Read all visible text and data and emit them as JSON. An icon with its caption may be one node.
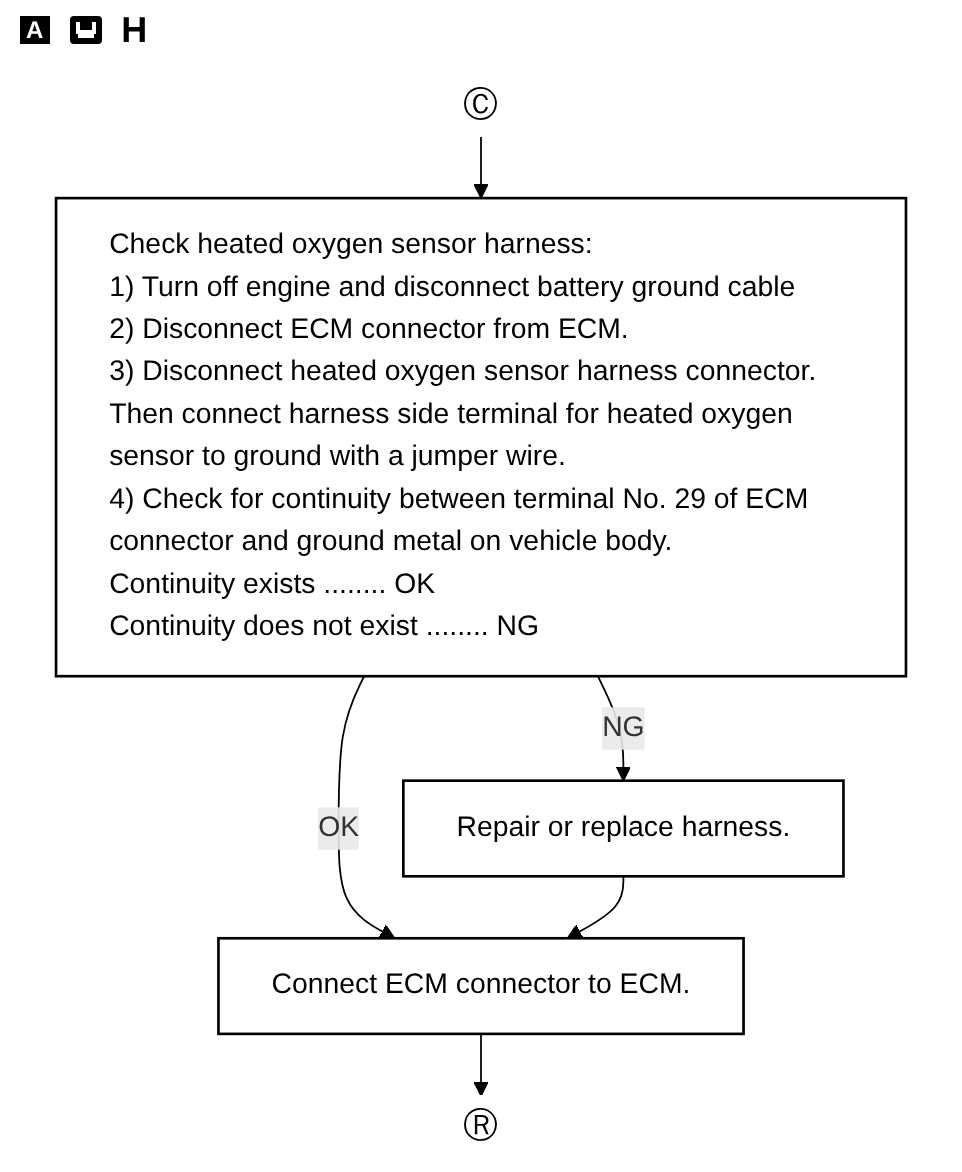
{
  "diagram": {
    "nodes": [
      {
        "text": [
          "Ⓒ"
        ]
      },
      {
        "text": [
          "Check heated oxygen sensor harness:",
          "1) Turn off engine and disconnect battery ground cable",
          "2) Disconnect ECM connector from ECM.",
          "3) Disconnect heated oxygen sensor harness connector. Then connect harness side terminal for heated oxygen sensor to ground with a jumper wire.",
          "4) Check for continuity between terminal No. 29 of ECM connector and ground metal on vehicle body.",
          "Continuity exists ........ OK",
          "Continuity does not exist ........ NG"
        ]
      },
      {
        "text": [
          "Repair or replace harness."
        ]
      },
      {
        "text": [
          "Connect ECM connector to ECM."
        ]
      },
      {
        "text": [
          "Ⓡ"
        ]
      }
    ],
    "edges": [
      {
        "from": 0,
        "to": 1,
        "arrow": "to"
      },
      {
        "from": 1,
        "to": 3,
        "label": "OK",
        "arrow": "to"
      },
      {
        "from": 1,
        "to": 2,
        "label": "NG",
        "arrow": "to"
      },
      {
        "from": 2,
        "to": 3,
        "arrow": "to"
      },
      {
        "from": 3,
        "to": 4,
        "arrow": "to"
      }
    ],
    "labels": [
      "A",
      "H"
    ]
  }
}
